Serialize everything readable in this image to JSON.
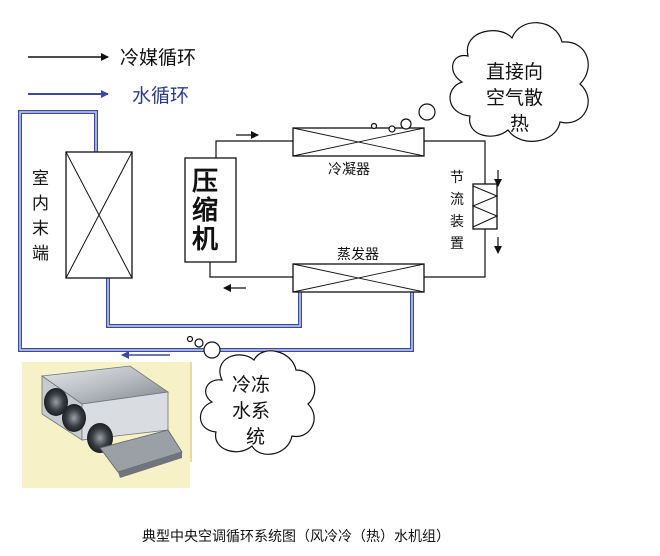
{
  "legend": {
    "refrigerant_loop": "冷媒循环",
    "water_loop": "水循环"
  },
  "components": {
    "indoor_unit": [
      "室",
      "内",
      "末",
      "端"
    ],
    "compressor": [
      "压",
      "缩",
      "机"
    ],
    "condenser": "冷凝器",
    "evaporator": "蒸发器",
    "throttle": [
      "节",
      "流",
      "装",
      "置"
    ]
  },
  "clouds": {
    "heat_rejection": [
      "直接向",
      "空气散",
      "热"
    ],
    "chilled_water": [
      "冷冻",
      "水系",
      "统"
    ]
  },
  "caption": "典型中央空调循环系统图（风冷冷（热）水机组）",
  "colors": {
    "water_line": "#3a4a9c",
    "water_line_light": "#a9b3dd",
    "refrigerant_line": "#111111",
    "photo_bg": "#f7f1c8"
  }
}
